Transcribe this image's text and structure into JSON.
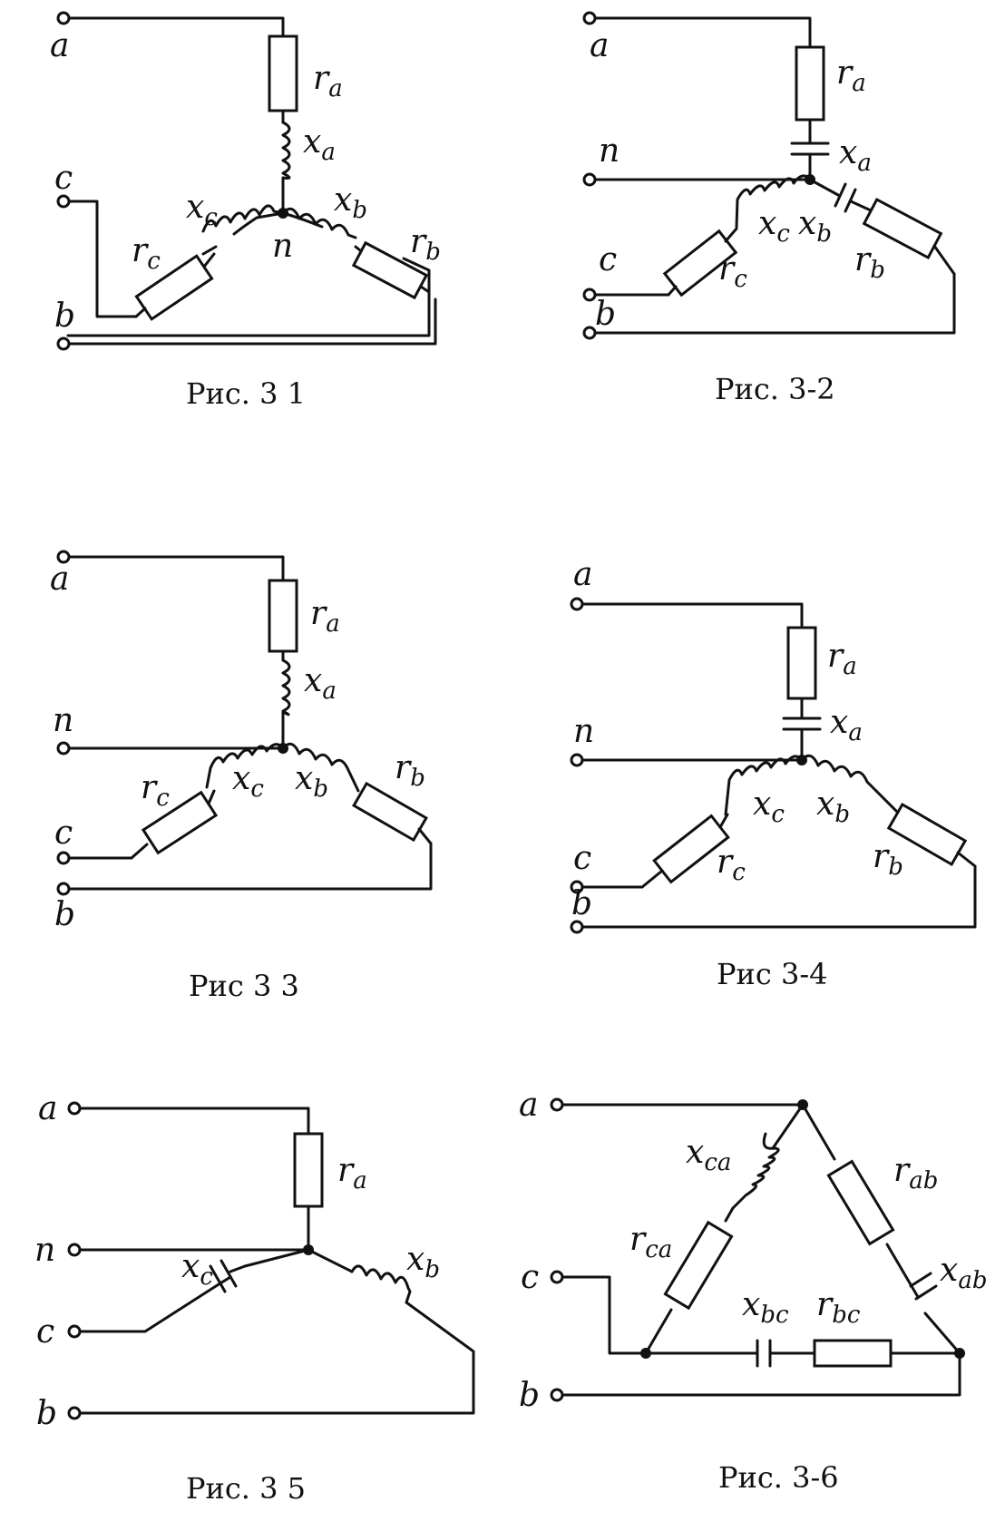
{
  "figures": [
    {
      "caption": "Рис. 3 1",
      "terminals": [
        "a",
        "c",
        "b"
      ],
      "node": "n",
      "elements": [
        {
          "sym": "r",
          "sub": "a"
        },
        {
          "sym": "x",
          "sub": "a"
        },
        {
          "sym": "x",
          "sub": "c"
        },
        {
          "sym": "r",
          "sub": "c"
        },
        {
          "sym": "x",
          "sub": "b"
        },
        {
          "sym": "r",
          "sub": "b"
        }
      ]
    },
    {
      "caption": "Рис. 3-2",
      "terminals": [
        "a",
        "n",
        "c",
        "b"
      ],
      "elements": [
        {
          "sym": "r",
          "sub": "a"
        },
        {
          "sym": "x",
          "sub": "a"
        },
        {
          "sym": "x",
          "sub": "c"
        },
        {
          "sym": "r",
          "sub": "c"
        },
        {
          "sym": "x",
          "sub": "b"
        },
        {
          "sym": "r",
          "sub": "b"
        }
      ]
    },
    {
      "caption": "Рис 3 3",
      "terminals": [
        "a",
        "n",
        "c",
        "b"
      ],
      "elements": [
        {
          "sym": "r",
          "sub": "a"
        },
        {
          "sym": "x",
          "sub": "a"
        },
        {
          "sym": "r",
          "sub": "c"
        },
        {
          "sym": "x",
          "sub": "c"
        },
        {
          "sym": "x",
          "sub": "b"
        },
        {
          "sym": "r",
          "sub": "b"
        }
      ]
    },
    {
      "caption": "Рис 3-4",
      "terminals": [
        "a",
        "n",
        "c",
        "b"
      ],
      "elements": [
        {
          "sym": "r",
          "sub": "a"
        },
        {
          "sym": "x",
          "sub": "a"
        },
        {
          "sym": "x",
          "sub": "c"
        },
        {
          "sym": "r",
          "sub": "c"
        },
        {
          "sym": "x",
          "sub": "b"
        },
        {
          "sym": "r",
          "sub": "b"
        }
      ]
    },
    {
      "caption": "Рис. 3 5",
      "terminals": [
        "a",
        "n",
        "c",
        "b"
      ],
      "elements": [
        {
          "sym": "r",
          "sub": "a"
        },
        {
          "sym": "x",
          "sub": "c"
        },
        {
          "sym": "x",
          "sub": "b"
        }
      ]
    },
    {
      "caption": "Рис. 3-6",
      "terminals": [
        "a",
        "c",
        "b"
      ],
      "elements": [
        {
          "sym": "x",
          "sub": "ca"
        },
        {
          "sym": "r",
          "sub": "ca"
        },
        {
          "sym": "r",
          "sub": "ab"
        },
        {
          "sym": "x",
          "sub": "ab"
        },
        {
          "sym": "x",
          "sub": "bc"
        },
        {
          "sym": "r",
          "sub": "bc"
        }
      ]
    }
  ]
}
